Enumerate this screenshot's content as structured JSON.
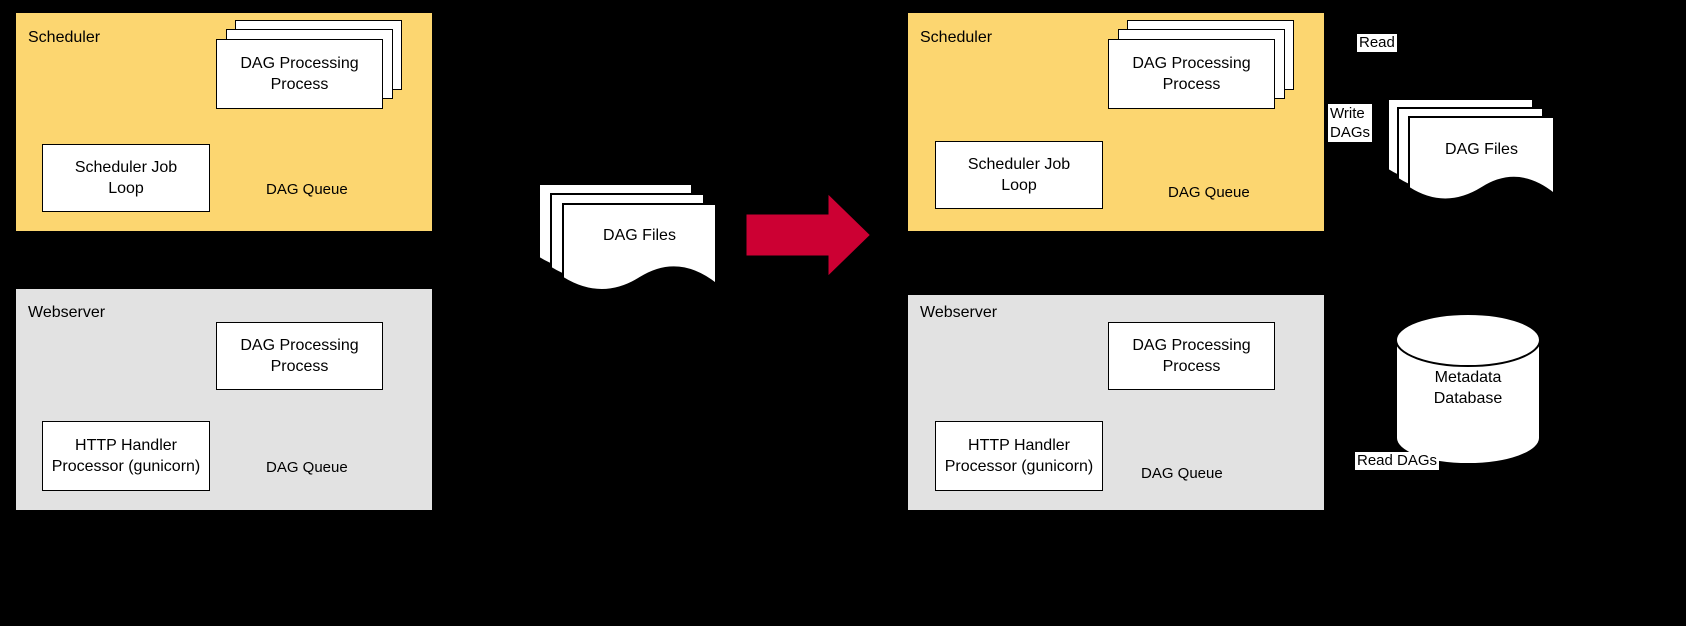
{
  "diagram": {
    "title": "Airflow DAG processing architecture: before and after",
    "background_color": "#000000",
    "scheduler_fill": "#FCD670",
    "webserver_fill": "#E2E2E2",
    "arrow_color": "#CC0033",
    "line_color": "#000000"
  },
  "left": {
    "scheduler": {
      "label": "Scheduler",
      "dag_processing_process": "DAG Processing\nProcess",
      "dag_processing_line1": "DAG Processing",
      "dag_processing_line2": "Process",
      "scheduler_job_loop_line1": "Scheduler Job",
      "scheduler_job_loop_line2": "Loop",
      "dag_queue_label": "DAG Queue"
    },
    "webserver": {
      "label": "Webserver",
      "dag_processing_line1": "DAG Processing",
      "dag_processing_line2": "Process",
      "http_handler_line1": "HTTP Handler",
      "http_handler_line2": "Processor (gunicorn)",
      "dag_queue_label": "DAG Queue"
    }
  },
  "center": {
    "dag_files_label": "DAG Files",
    "transition_arrow": "right-arrow"
  },
  "right": {
    "scheduler": {
      "label": "Scheduler",
      "dag_processing_line1": "DAG Processing",
      "dag_processing_line2": "Process",
      "scheduler_job_loop_line1": "Scheduler Job",
      "scheduler_job_loop_line2": "Loop",
      "dag_queue_label": "DAG Queue"
    },
    "webserver": {
      "label": "Webserver",
      "dag_processing_line1": "DAG Processing",
      "dag_processing_line2": "Process",
      "http_handler_line1": "HTTP Handler",
      "http_handler_line2": "Processor (gunicorn)",
      "dag_queue_label": "DAG Queue"
    },
    "dag_files_label": "DAG Files",
    "read_label": "Read",
    "write_dags_line1": "Write",
    "write_dags_line2": "DAGs",
    "read_dags_label": "Read DAGs",
    "metadata_db_line1": "Metadata",
    "metadata_db_line2": "Database"
  }
}
